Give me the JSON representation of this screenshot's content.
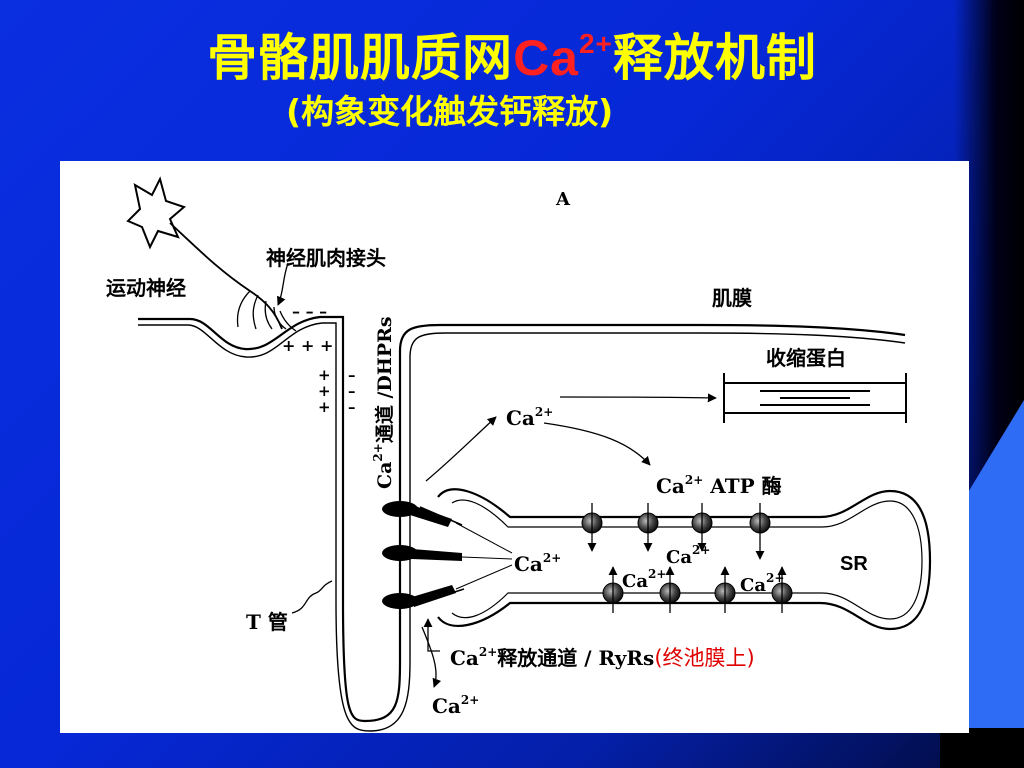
{
  "slide": {
    "title_before": "骨骼肌肌质网",
    "title_ca": "Ca",
    "title_charge": "2+",
    "title_after": "释放机制",
    "subtitle": "(构象变化触发钙释放)"
  },
  "diagram": {
    "panel_letter": "A",
    "labels": {
      "nmj": "神经肌肉接头",
      "motor_nerve": "运动神经",
      "sarcolemma": "肌膜",
      "contractile": "收缩蛋白",
      "ca": "Ca",
      "charge": "2+",
      "atpase_suffix": "ATP 酶",
      "sr": "SR",
      "t_tubule": "T 管",
      "ryr_suffix": "释放通道 / RyRs",
      "ryr_note": "(终池膜上)",
      "dhpr_suffix": "通道 /DHPRs"
    },
    "charges": {
      "plus": "+ + +",
      "minus": "– – –"
    }
  }
}
